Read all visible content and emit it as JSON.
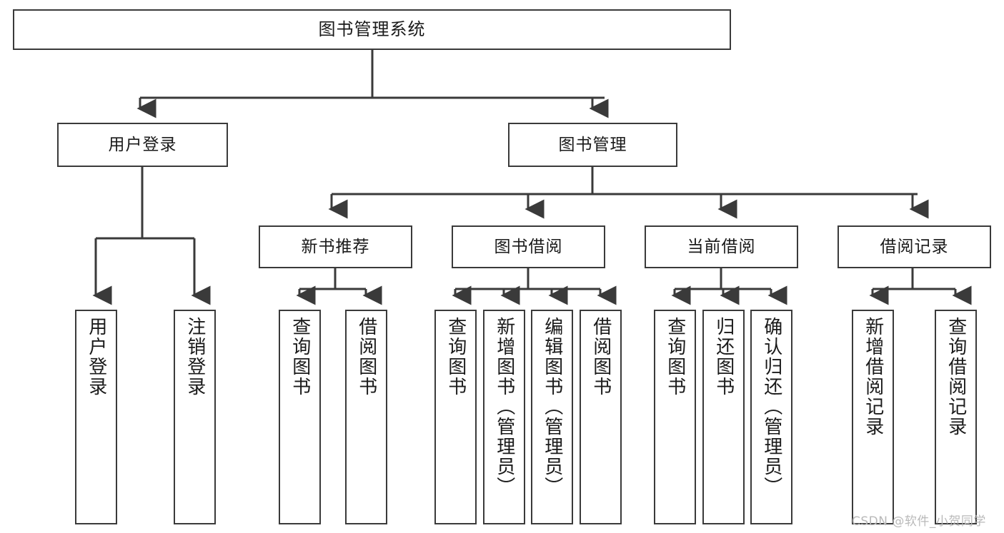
{
  "diagram": {
    "title": "图书管理系统",
    "watermark": "CSDN @软件_小贺同学",
    "colors": {
      "stroke": "#3a3a3a",
      "background": "#ffffff",
      "text": "#1a1a1a",
      "watermark": "#b9b9b9"
    },
    "levels": {
      "root": "图书管理系统",
      "level2": [
        "用户登录",
        "图书管理"
      ],
      "level3": [
        "新书推荐",
        "图书借阅",
        "当前借阅",
        "借阅记录"
      ]
    },
    "nodes": {
      "root": {
        "label": "图书管理系统"
      },
      "user_login": {
        "label": "用户登录"
      },
      "book_manage": {
        "label": "图书管理"
      },
      "new_book_rec": {
        "label": "新书推荐"
      },
      "book_borrow": {
        "label": "图书借阅"
      },
      "current_borrow": {
        "label": "当前借阅"
      },
      "borrow_record": {
        "label": "借阅记录"
      },
      "leaf_user_login": {
        "label": "用户登录"
      },
      "leaf_logout": {
        "label": "注销登录"
      },
      "leaf_query_book_1": {
        "label": "查询图书"
      },
      "leaf_borrow_book_1": {
        "label": "借阅图书"
      },
      "leaf_query_book_2": {
        "label": "查询图书"
      },
      "leaf_add_book": {
        "label": "新增图书（管理员）"
      },
      "leaf_edit_book": {
        "label": "编辑图书（管理员）"
      },
      "leaf_borrow_book_2": {
        "label": "借阅图书"
      },
      "leaf_query_book_3": {
        "label": "查询图书"
      },
      "leaf_return_book": {
        "label": "归还图书"
      },
      "leaf_confirm_return": {
        "label": "确认归还（管理员）"
      },
      "leaf_add_record": {
        "label": "新增借阅记录"
      },
      "leaf_query_record": {
        "label": "查询借阅记录"
      }
    }
  }
}
